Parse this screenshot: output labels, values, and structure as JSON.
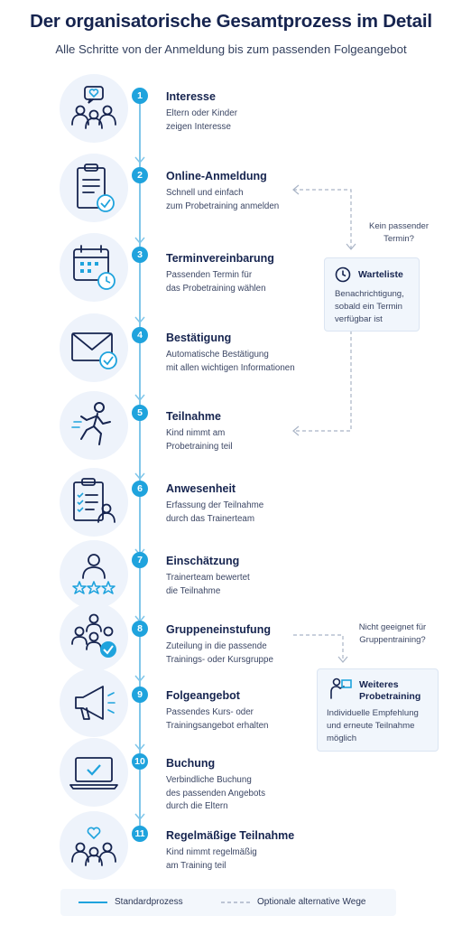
{
  "header": {
    "title": "Der organisatorische Gesamtprozess im Detail",
    "subtitle": "Alle Schritte von der Anmeldung bis zum passenden Folgeangebot"
  },
  "steps": [
    {
      "number": "1",
      "title": "Interesse",
      "description": "Eltern oder Kinder\nzeigen Interesse",
      "icon": "people-heart-icon"
    },
    {
      "number": "2",
      "title": "Online-Anmeldung",
      "description": "Schnell und einfach\nzum Probetraining anmelden",
      "icon": "clipboard-check-icon"
    },
    {
      "number": "3",
      "title": "Terminvereinbarung",
      "description": "Passenden Termin für\ndas Probetraining wählen",
      "icon": "calendar-clock-icon"
    },
    {
      "number": "4",
      "title": "Bestätigung",
      "description": "Automatische Bestätigung\nmit allen wichtigen Informationen",
      "icon": "envelope-check-icon"
    },
    {
      "number": "5",
      "title": "Teilnahme",
      "description": "Kind nimmt am\nProbetraining teil",
      "icon": "running-child-icon"
    },
    {
      "number": "6",
      "title": "Anwesenheit",
      "description": "Erfassung der Teilnahme\ndurch das Trainerteam",
      "icon": "checklist-person-icon"
    },
    {
      "number": "7",
      "title": "Einschätzung",
      "description": "Trainerteam bewertet\ndie Teilnahme",
      "icon": "person-stars-icon"
    },
    {
      "number": "8",
      "title": "Gruppeneinstufung",
      "description": "Zuteilung in die passende\nTrainings- oder Kursgruppe",
      "icon": "group-check-icon"
    },
    {
      "number": "9",
      "title": "Folgeangebot",
      "description": "Passendes Kurs- oder\nTrainingsangebot erhalten",
      "icon": "megaphone-icon"
    },
    {
      "number": "10",
      "title": "Buchung",
      "description": "Verbindliche Buchung\ndes passenden Angebots\ndurch die Eltern",
      "icon": "laptop-check-icon"
    },
    {
      "number": "11",
      "title": "Regelmäßige Teilnahme",
      "description": "Kind nimmt regelmäßig\nam Training teil",
      "icon": "people-heart-icon"
    }
  ],
  "alternatives": {
    "waitlist": {
      "trigger": "Kein passender\nTermin?",
      "title": "Warteliste",
      "text": "Benachrichtigung,\nsobald ein Termin\nverfügbar ist",
      "icon": "clock-icon"
    },
    "further": {
      "trigger": "Nicht geeignet für\nGruppentraining?",
      "title": "Weiteres\nProbetraining",
      "text": "Individuelle Empfehlung\nund erneute Teilnahme\nmöglich",
      "icon": "coach-board-icon"
    }
  },
  "legend": {
    "standard": "Standardprozess",
    "optional": "Optionale alternative Wege"
  },
  "colors": {
    "accent": "#1fa3dd",
    "navy": "#16244f",
    "line": "#7fc6ea",
    "dashed": "#a9b4c6",
    "iconBg": "#eef3fb"
  }
}
